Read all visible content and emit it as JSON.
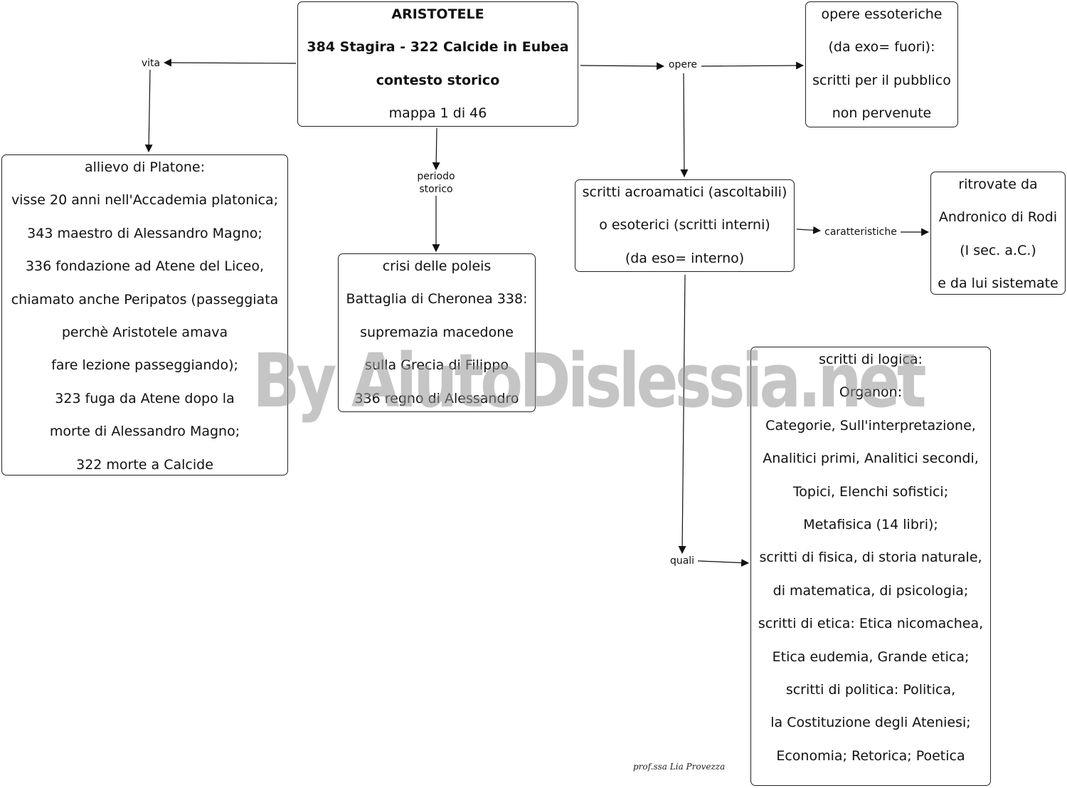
{
  "nodes": {
    "main": {
      "lines": [
        {
          "text": "ARISTOTELE",
          "bold": true
        },
        {
          "text": "384 Stagira - 322 Calcide in Eubea",
          "bold": true
        },
        {
          "text": "contesto storico",
          "bold": true
        },
        {
          "text": "mappa 1 di 46",
          "bold": false
        }
      ]
    },
    "vita": {
      "lines": [
        {
          "text": "allievo di Platone:"
        },
        {
          "text": "visse 20 anni nell'Accademia platonica;"
        },
        {
          "text": "343 maestro di Alessandro Magno;"
        },
        {
          "text": "336 fondazione ad Atene del Liceo,"
        },
        {
          "text": "chiamato anche Peripatos (passeggiata"
        },
        {
          "text": "perchè Aristotele amava"
        },
        {
          "text": "fare lezione passeggiando);"
        },
        {
          "text": "323 fuga da Atene dopo la"
        },
        {
          "text": "morte di Alessandro Magno;"
        },
        {
          "text": "322 morte a Calcide"
        }
      ]
    },
    "periodo": {
      "lines": [
        {
          "text": "crisi delle poleis"
        },
        {
          "text": "Battaglia di Cheronea 338:"
        },
        {
          "text": "supremazia macedone"
        },
        {
          "text": "sulla Grecia di Filippo"
        },
        {
          "text": "336 regno di Alessandro"
        }
      ]
    },
    "essoteriche": {
      "lines": [
        {
          "text": "opere essoteriche"
        },
        {
          "text": "(da exo= fuori):"
        },
        {
          "text": "scritti per il pubblico"
        },
        {
          "text": "non pervenute"
        }
      ]
    },
    "acroamatici": {
      "lines": [
        {
          "text": "scritti acroamatici (ascoltabili)"
        },
        {
          "text": "o esoterici (scritti interni)"
        },
        {
          "text": "(da eso= interno)"
        }
      ]
    },
    "ritrovate": {
      "lines": [
        {
          "text": "ritrovate da"
        },
        {
          "text": "Andronico di Rodi"
        },
        {
          "text": "(I sec. a.C.)"
        },
        {
          "text": "e da lui sistemate"
        }
      ]
    },
    "logica": {
      "lines": [
        {
          "text": "scritti di logica:"
        },
        {
          "text": "Organon:"
        },
        {
          "text": "Categorie, Sull'interpretazione,"
        },
        {
          "text": "Analitici primi, Analitici secondi,"
        },
        {
          "text": "Topici, Elenchi sofistici;"
        },
        {
          "text": "Metafisica (14 libri);"
        },
        {
          "text": "scritti di fisica, di storia naturale,"
        },
        {
          "text": "di matematica, di psicologia;"
        },
        {
          "text": "scritti di etica: Etica nicomachea,"
        },
        {
          "text": "Etica eudemia, Grande etica;"
        },
        {
          "text": "scritti di politica: Politica,"
        },
        {
          "text": "la Costituzione degli Ateniesi;"
        },
        {
          "text": "Economia; Retorica; Poetica"
        }
      ]
    }
  },
  "link_labels": {
    "vita": "vita",
    "periodo": "periodo\nstorico",
    "opere": "opere",
    "caratteristiche": "caratteristiche",
    "quali": "quali"
  },
  "watermark": "By AiutoDislessia.net",
  "signature": "prof.ssa Lia Provezza",
  "colors": {
    "stroke": "#222222",
    "watermark": "#969696"
  }
}
